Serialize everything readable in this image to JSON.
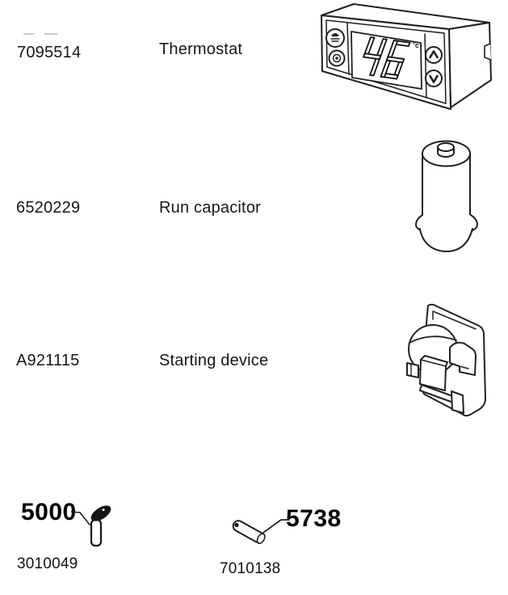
{
  "page": {
    "background": "#ffffff",
    "line_color": "#1f1f1f",
    "text_color": "#15181c"
  },
  "rows": [
    {
      "part_number": "7095514",
      "description": "Thermostat",
      "illustration": "thermostat"
    },
    {
      "part_number": "6520229",
      "description": "Run capacitor",
      "illustration": "run-capacitor"
    },
    {
      "part_number": "A921115",
      "description": "Starting device",
      "illustration": "starting-device"
    }
  ],
  "callouts": [
    {
      "ref": "5000",
      "part_number": "3010049",
      "illustration": "sensor-pin"
    },
    {
      "ref": "5738",
      "part_number": "7010138",
      "illustration": "cylindrical-pin"
    }
  ],
  "thermostat": {
    "display_value": "46",
    "display_unit": "°c",
    "buttons": [
      "defrost-button",
      "power-button",
      "up-button",
      "down-button"
    ]
  },
  "icons": [
    "defrost-icon",
    "power-icon",
    "arrow-up-icon",
    "arrow-down-icon"
  ]
}
